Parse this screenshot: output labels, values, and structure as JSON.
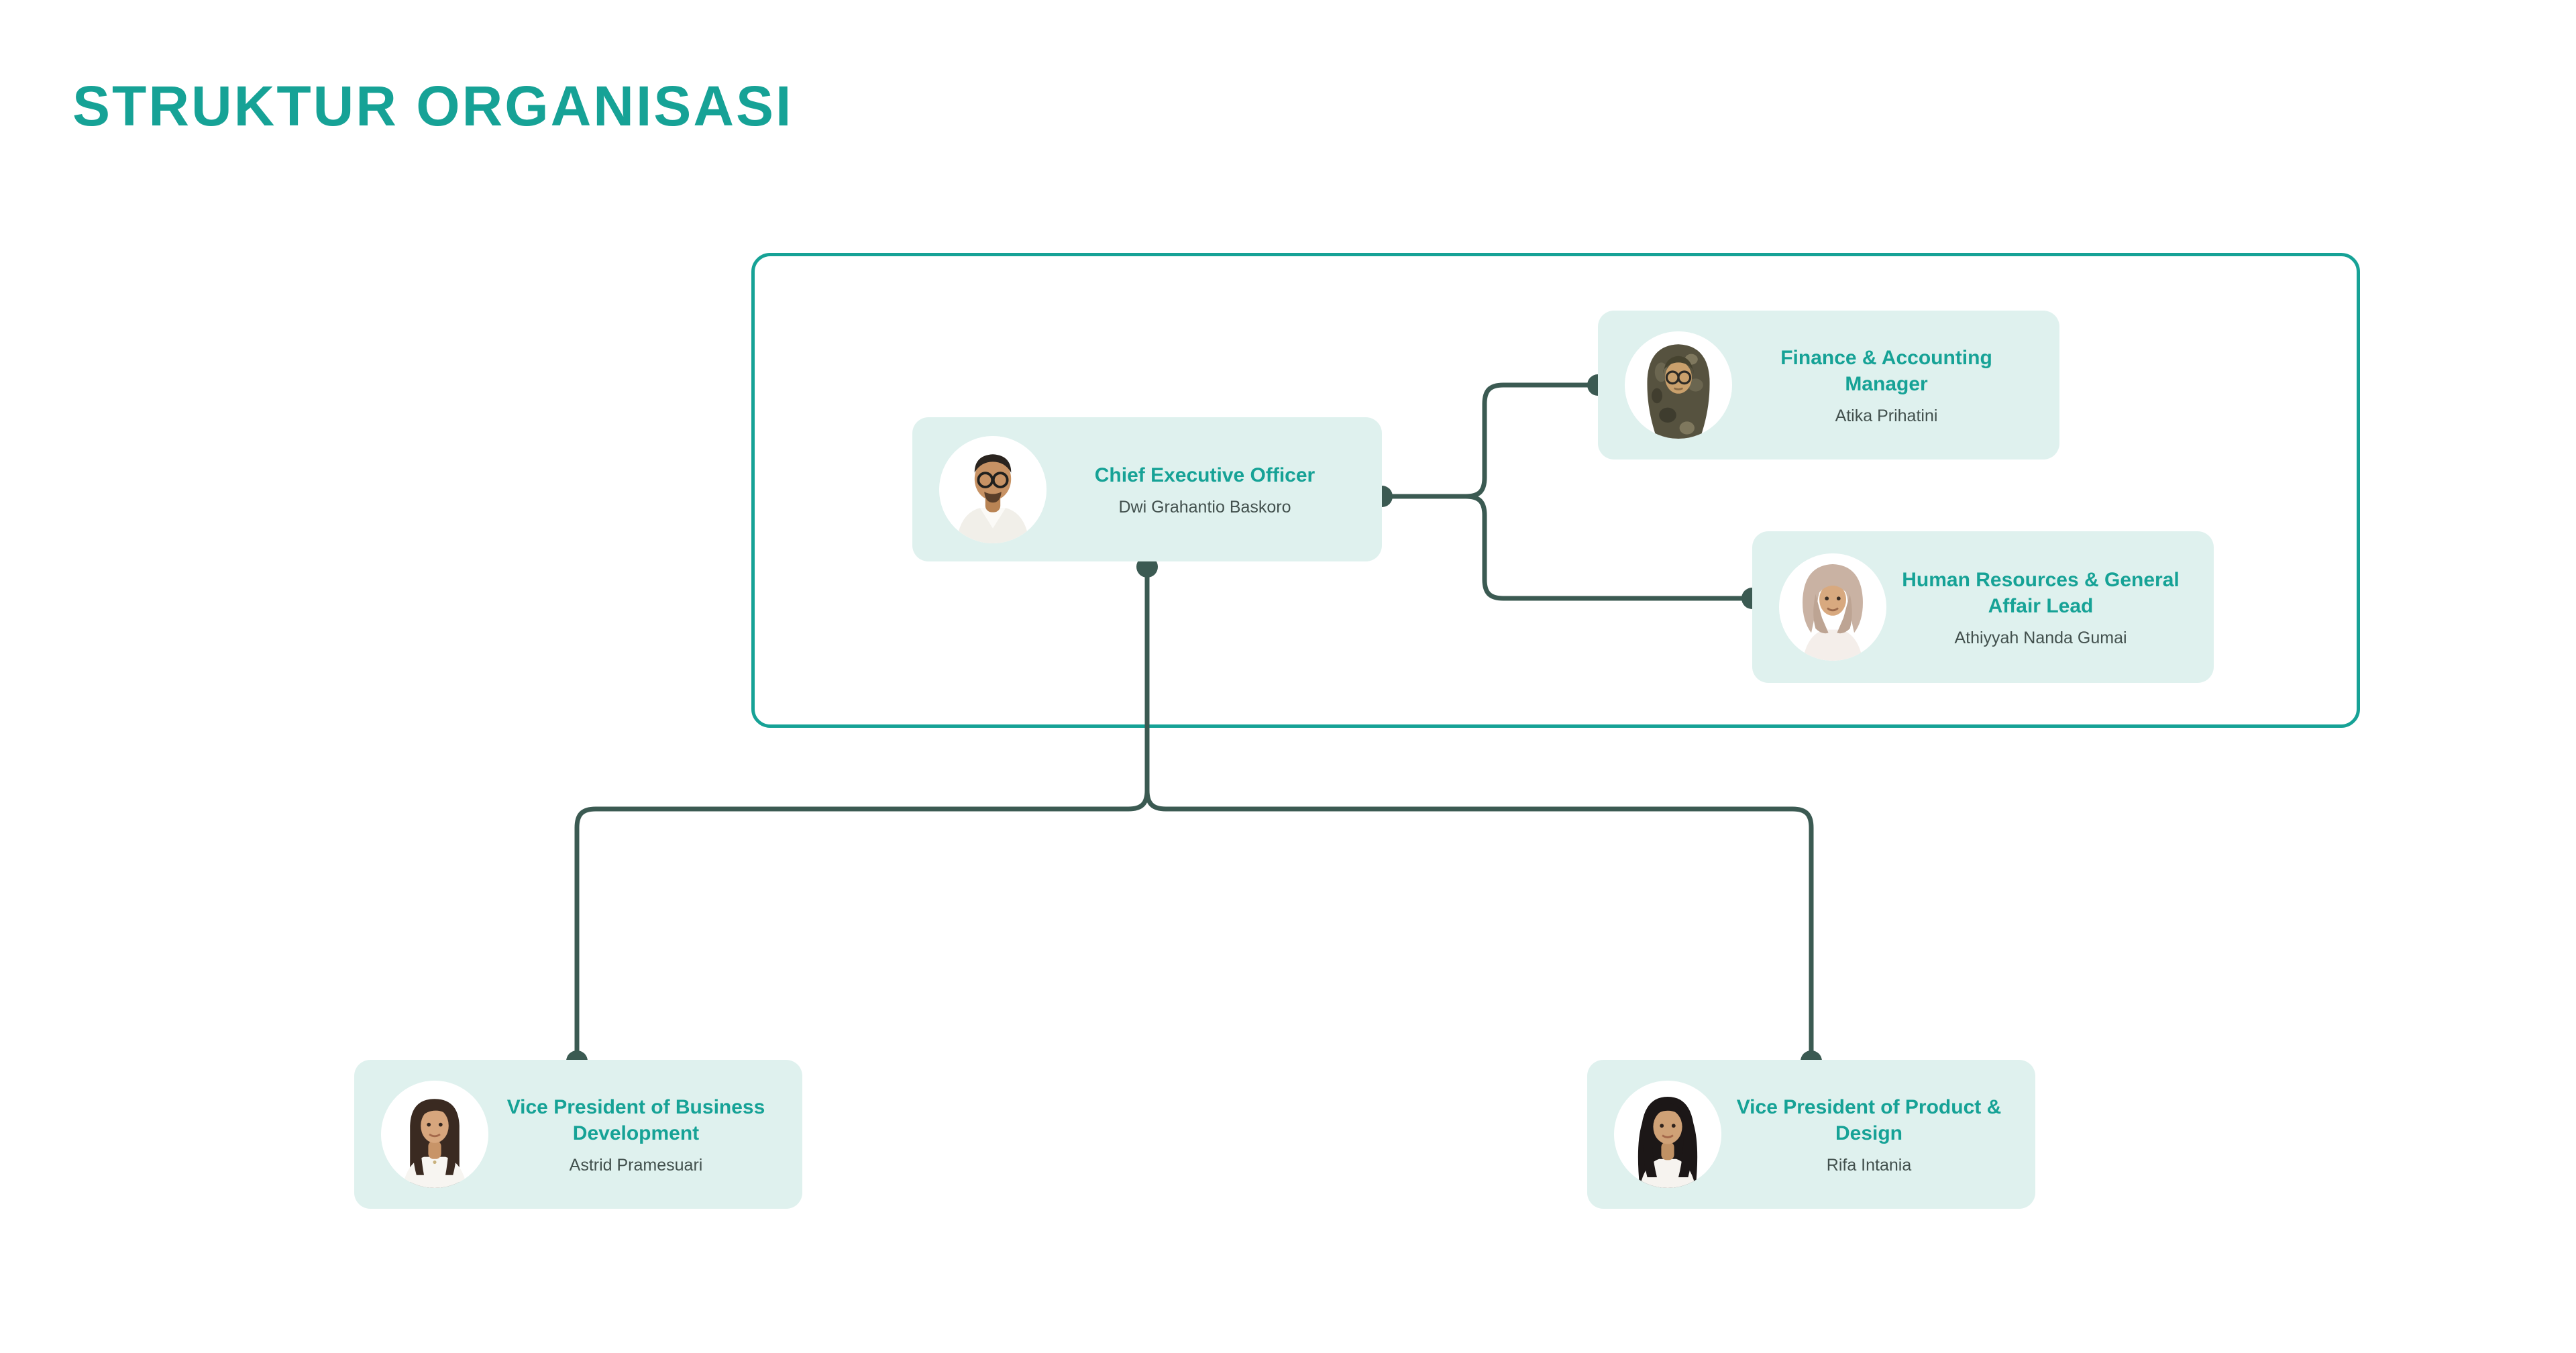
{
  "page": {
    "title": "STRUKTUR ORGANISASI"
  },
  "colors": {
    "accent": "#16A296",
    "line_dark": "#3B5A52",
    "card_bg": "#DFF1EE",
    "name_text": "#42504D",
    "photo_bg": "#FFFFFF"
  },
  "org": {
    "nodes": [
      {
        "id": "ceo",
        "title": "Chief Executive Officer",
        "name": "Dwi Grahantio Baskoro"
      },
      {
        "id": "finance",
        "title": "Finance & Accounting Manager",
        "name": "Atika Prihatini"
      },
      {
        "id": "hr",
        "title": "Human Resources & General Affair Lead",
        "name": "Athiyyah Nanda Gumai"
      },
      {
        "id": "vpbiz",
        "title": "Vice President of Business Development",
        "name": "Astrid Pramesuari"
      },
      {
        "id": "vpprod",
        "title": "Vice President of Product & Design",
        "name": "Rifa Intania"
      }
    ]
  }
}
